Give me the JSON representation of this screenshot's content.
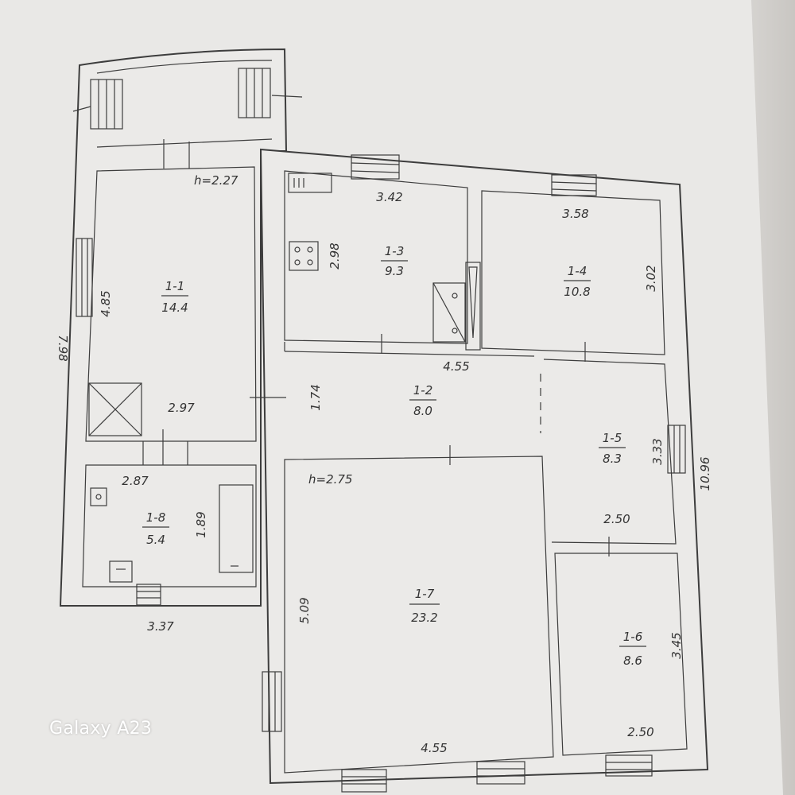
{
  "rooms": [
    {
      "id": "1-1",
      "area": "14.4"
    },
    {
      "id": "1-2",
      "area": "8.0"
    },
    {
      "id": "1-3",
      "area": "9.3"
    },
    {
      "id": "1-4",
      "area": "10.8"
    },
    {
      "id": "1-5",
      "area": "8.3"
    },
    {
      "id": "1-6",
      "area": "8.6"
    },
    {
      "id": "1-7",
      "area": "23.2"
    },
    {
      "id": "1-8",
      "area": "5.4"
    }
  ],
  "heights": {
    "left_wing": "h=2.27",
    "main": "h=2.75"
  },
  "dimensions": {
    "d_7_98": "7.98",
    "d_4_85": "4.85",
    "d_2_97": "2.97",
    "d_2_87": "2.87",
    "d_1_89": "1.89",
    "d_3_37": "3.37",
    "d_3_42": "3.42",
    "d_2_98": "2.98",
    "d_3_58": "3.58",
    "d_3_02": "3.02",
    "d_4_55_top": "4.55",
    "d_1_74": "1.74",
    "d_3_33": "3.33",
    "d_10_96": "10.96",
    "d_2_50_mid": "2.50",
    "d_5_09": "5.09",
    "d_3_45": "3.45",
    "d_4_55_bottom": "4.55",
    "d_2_50_bottom": "2.50"
  },
  "watermark": "Galaxy A23"
}
